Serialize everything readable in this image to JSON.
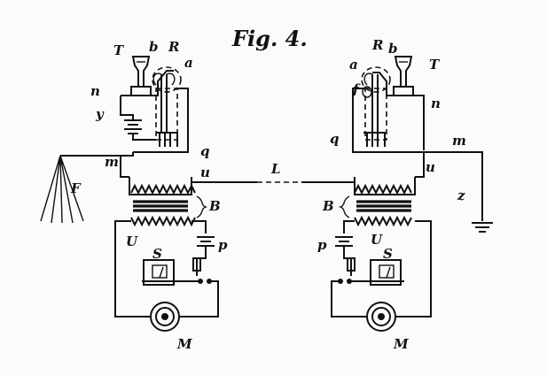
{
  "figure": {
    "title": "Fig. 4."
  },
  "labels": {
    "left": {
      "T": "T",
      "b": "b",
      "R": "R",
      "a": "a",
      "n": "n",
      "y": "y",
      "q": "q",
      "m": "m",
      "F": "F",
      "u": "u",
      "B": "B",
      "U": "U",
      "p": "p",
      "S": "S",
      "M": "M"
    },
    "line": {
      "L": "L"
    },
    "right": {
      "R": "R",
      "b": "b",
      "a": "a",
      "T": "T",
      "f": "f",
      "n": "n",
      "q": "q",
      "m": "m",
      "u": "u",
      "z": "z",
      "B": "B",
      "U": "U",
      "p": "p",
      "S": "S",
      "M": "M"
    }
  }
}
